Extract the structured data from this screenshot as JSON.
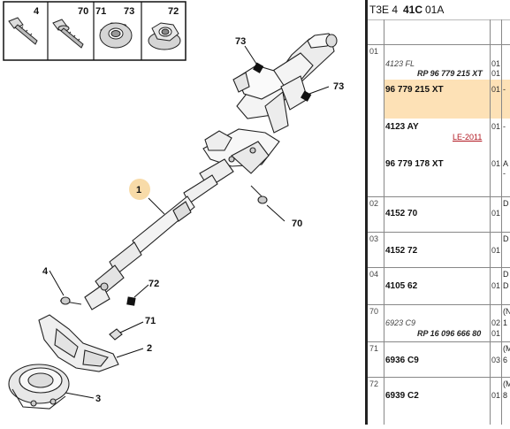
{
  "header": {
    "ref": "T3E 4",
    "group": "41C",
    "variant": "01A"
  },
  "thumbnails": [
    {
      "no": "4",
      "icon": "bolt-icon"
    },
    {
      "no": "70",
      "icon": "flange-bolt-icon"
    },
    {
      "no": "71",
      "icon": "shoulder-nut-icon"
    },
    {
      "no": "73",
      "icon": "shoulder-nut-icon"
    },
    {
      "no": "72",
      "icon": "hex-flange-nut-icon"
    }
  ],
  "callouts": {
    "c1": "1",
    "c2": "2",
    "c3": "3",
    "c4": "4",
    "c70": "70",
    "c71": "71",
    "c72": "72",
    "c73a": "73",
    "c73b": "73"
  },
  "highlight_color": "#fde1b6",
  "parts": [
    {
      "group": "01",
      "rows": [
        {
          "ref_it": "4123 FL",
          "qty": "01",
          "w": ""
        },
        {
          "ref_it": "RP 96 779 215 XT",
          "qty": "01",
          "w": ""
        },
        {
          "ref": "96 779 215 XT",
          "qty": "01",
          "w": "-",
          "highlight": true
        },
        {
          "ref": "4123 AY",
          "qty": "01",
          "w": "-",
          "link": "LE-2011"
        },
        {
          "ref": "96 779 178 XT",
          "qty": "01",
          "w": "A",
          "w2": "-"
        }
      ]
    },
    {
      "group": "02",
      "ref": "4152 70",
      "qty": "01",
      "w": "D"
    },
    {
      "group": "03",
      "ref": "4152 72",
      "qty": "01",
      "w": "D"
    },
    {
      "group": "04",
      "ref": "4105 62",
      "qty": "01",
      "w": "D",
      "w2": "D"
    },
    {
      "group": "70",
      "rows": [
        {
          "ref_it": "6923 C9",
          "qty": "02",
          "w": "(N"
        },
        {
          "ref_it": "RP 16 096 666 80",
          "qty": "01",
          "w": "1"
        }
      ]
    },
    {
      "group": "71",
      "ref": "6936 C9",
      "qty": "03",
      "w": "(M",
      "w2": "6"
    },
    {
      "group": "72",
      "ref": "6939 C2",
      "qty": "01",
      "w": "(M",
      "w2": "8"
    }
  ]
}
